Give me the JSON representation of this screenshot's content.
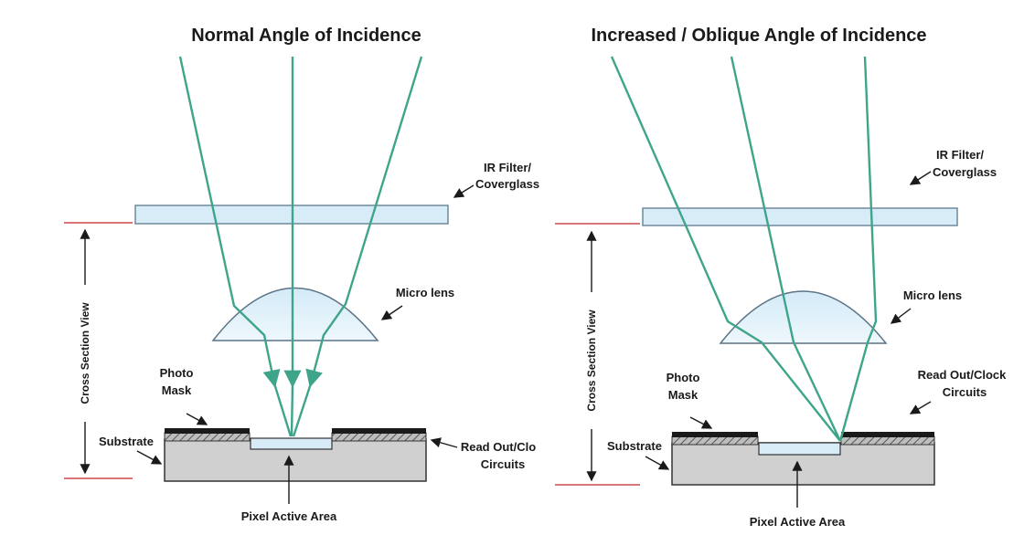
{
  "colors": {
    "ray": "#3fa58a",
    "glass_fill": "#d8ecf7",
    "glass_stroke": "#6d8a9c",
    "substrate": "#d0d0d0",
    "mask": "#1a1a1a",
    "guide_line": "#c8484a",
    "text": "#1a1a1a"
  },
  "panels": [
    {
      "id": "normal",
      "title": "Normal Angle of Incidence",
      "ir_filter": [
        "IR Filter/",
        "Coverglass"
      ],
      "micro_lens": "Micro lens",
      "photo_mask": [
        "Photo",
        "Mask"
      ],
      "substrate": "Substrate",
      "read_out": [
        "Read Out/Clo",
        "Circuits"
      ],
      "pixel_active_area": "Pixel Active Area",
      "cross_section": "Cross Section View"
    },
    {
      "id": "oblique",
      "title": "Increased / Oblique Angle of Incidence",
      "ir_filter": [
        "IR Filter/",
        "Coverglass"
      ],
      "micro_lens": "Micro lens",
      "photo_mask": [
        "Photo",
        "Mask"
      ],
      "substrate": "Substrate",
      "read_out": [
        "Read Out/Clock",
        "Circuits"
      ],
      "pixel_active_area": "Pixel Active Area",
      "cross_section": "Cross Section View"
    }
  ]
}
